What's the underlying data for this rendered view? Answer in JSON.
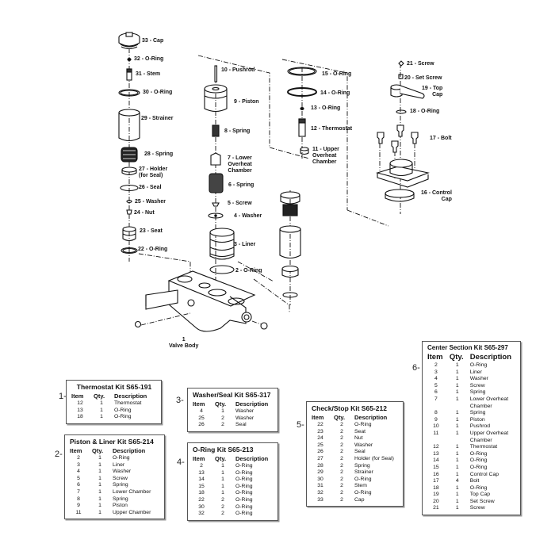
{
  "diagram": {
    "callouts": [
      {
        "id": "33",
        "label": "33 - Cap"
      },
      {
        "id": "32",
        "label": "32 - O-Ring"
      },
      {
        "id": "31",
        "label": "31 - Stem"
      },
      {
        "id": "30",
        "label": "30 - O-Ring"
      },
      {
        "id": "29",
        "label": "29 - Strainer"
      },
      {
        "id": "28",
        "label": "28 - Spring"
      },
      {
        "id": "27",
        "label": "27 - Holder\n(for Seal)"
      },
      {
        "id": "26",
        "label": "26 - Seal"
      },
      {
        "id": "25",
        "label": "25 - Washer"
      },
      {
        "id": "24",
        "label": "24 - Nut"
      },
      {
        "id": "23",
        "label": "23 - Seat"
      },
      {
        "id": "22",
        "label": "22 - O-Ring"
      },
      {
        "id": "10",
        "label": "10 - Pushrod"
      },
      {
        "id": "9",
        "label": "9 - Piston"
      },
      {
        "id": "8",
        "label": "8 - Spring"
      },
      {
        "id": "7",
        "label": "7 - Lower\nOverheat\nChamber"
      },
      {
        "id": "6",
        "label": "6 - Spring"
      },
      {
        "id": "5",
        "label": "5 - Screw"
      },
      {
        "id": "4",
        "label": "4 - Washer"
      },
      {
        "id": "3",
        "label": "3 - Liner"
      },
      {
        "id": "2",
        "label": "2 - O-Ring"
      },
      {
        "id": "1",
        "label": "1\nValve Body"
      },
      {
        "id": "15",
        "label": "15 - O-Ring"
      },
      {
        "id": "14",
        "label": "14 - O-Ring"
      },
      {
        "id": "13",
        "label": "13 - O-Ring"
      },
      {
        "id": "12",
        "label": "12 - Thermostat"
      },
      {
        "id": "11",
        "label": "11 - Upper\nOverheat\nChamber"
      },
      {
        "id": "21",
        "label": "21 - Screw"
      },
      {
        "id": "20",
        "label": "20 - Set Screw"
      },
      {
        "id": "19",
        "label": "19 - Top\nCap"
      },
      {
        "id": "18",
        "label": "18 - O-Ring"
      },
      {
        "id": "17",
        "label": "17 - Bolt"
      },
      {
        "id": "16",
        "label": "16 - Control\nCap"
      }
    ]
  },
  "kits": [
    {
      "marker": "1-",
      "title": "Thermostat Kit S65-191",
      "headers": [
        "Item",
        "Qty.",
        "Description"
      ],
      "rows": [
        [
          "12",
          "1",
          "Thermostat"
        ],
        [
          "13",
          "1",
          "O-Ring"
        ],
        [
          "18",
          "1",
          "O-Ring"
        ]
      ]
    },
    {
      "marker": "2-",
      "title": "Piston & Liner Kit S65-214",
      "headers": [
        "Item",
        "Qty.",
        "Description"
      ],
      "rows": [
        [
          "2",
          "1",
          "O-Ring"
        ],
        [
          "3",
          "1",
          "Liner"
        ],
        [
          "4",
          "1",
          "Washer"
        ],
        [
          "5",
          "1",
          "Screw"
        ],
        [
          "6",
          "1",
          "Spring"
        ],
        [
          "7",
          "1",
          "Lower Chamber"
        ],
        [
          "8",
          "1",
          "Spring"
        ],
        [
          "9",
          "1",
          "Piston"
        ],
        [
          "11",
          "1",
          "Upper Chamber"
        ]
      ]
    },
    {
      "marker": "3-",
      "title": "Washer/Seal Kit S65-317",
      "headers": [
        "Item",
        "Qty.",
        "Description"
      ],
      "rows": [
        [
          "4",
          "1",
          "Washer"
        ],
        [
          "25",
          "2",
          "Washer"
        ],
        [
          "26",
          "2",
          "Seal"
        ]
      ]
    },
    {
      "marker": "4-",
      "title": "O-Ring Kit S65-213",
      "headers": [
        "Item",
        "Qty.",
        "Description"
      ],
      "rows": [
        [
          "2",
          "1",
          "O-Ring"
        ],
        [
          "13",
          "1",
          "O-Ring"
        ],
        [
          "14",
          "1",
          "O-Ring"
        ],
        [
          "15",
          "1",
          "O-Ring"
        ],
        [
          "18",
          "1",
          "O-Ring"
        ],
        [
          "22",
          "2",
          "O-Ring"
        ],
        [
          "30",
          "2",
          "O-Ring"
        ],
        [
          "32",
          "2",
          "O-Ring"
        ]
      ]
    },
    {
      "marker": "5-",
      "title": "Check/Stop Kit S65-212",
      "headers": [
        "Item",
        "Qty.",
        "Description"
      ],
      "rows": [
        [
          "22",
          "2",
          "O-Ring"
        ],
        [
          "23",
          "2",
          "Seat"
        ],
        [
          "24",
          "2",
          "Nut"
        ],
        [
          "25",
          "2",
          "Washer"
        ],
        [
          "26",
          "2",
          "Seal"
        ],
        [
          "27",
          "2",
          "Holder (for Seal)"
        ],
        [
          "28",
          "2",
          "Spring"
        ],
        [
          "29",
          "2",
          "Strainer"
        ],
        [
          "30",
          "2",
          "O-Ring"
        ],
        [
          "31",
          "2",
          "Stem"
        ],
        [
          "32",
          "2",
          "O-Ring"
        ],
        [
          "33",
          "2",
          "Cap"
        ]
      ]
    },
    {
      "marker": "6-",
      "title": "Center Section Kit S65-297",
      "headers": [
        "Item",
        "Qty.",
        "Description"
      ],
      "rows": [
        [
          "2",
          "1",
          "O-Ring"
        ],
        [
          "3",
          "1",
          "Liner"
        ],
        [
          "4",
          "1",
          "Washer"
        ],
        [
          "5",
          "1",
          "Screw"
        ],
        [
          "6",
          "1",
          "Spring"
        ],
        [
          "7",
          "1",
          "Lower Overheat Chamber"
        ],
        [
          "8",
          "1",
          "Spring"
        ],
        [
          "9",
          "1",
          "Piston"
        ],
        [
          "10",
          "1",
          "Pushrod"
        ],
        [
          "11",
          "1",
          "Upper Overheat Chamber"
        ],
        [
          "12",
          "1",
          "Thermostat"
        ],
        [
          "13",
          "1",
          "O-Ring"
        ],
        [
          "14",
          "1",
          "O-Ring"
        ],
        [
          "15",
          "1",
          "O-Ring"
        ],
        [
          "16",
          "1",
          "Control Cap"
        ],
        [
          "17",
          "4",
          "Bolt"
        ],
        [
          "18",
          "1",
          "O-Ring"
        ],
        [
          "19",
          "1",
          "Top Cap"
        ],
        [
          "20",
          "1",
          "Set Screw"
        ],
        [
          "21",
          "1",
          "Screw"
        ]
      ]
    }
  ]
}
